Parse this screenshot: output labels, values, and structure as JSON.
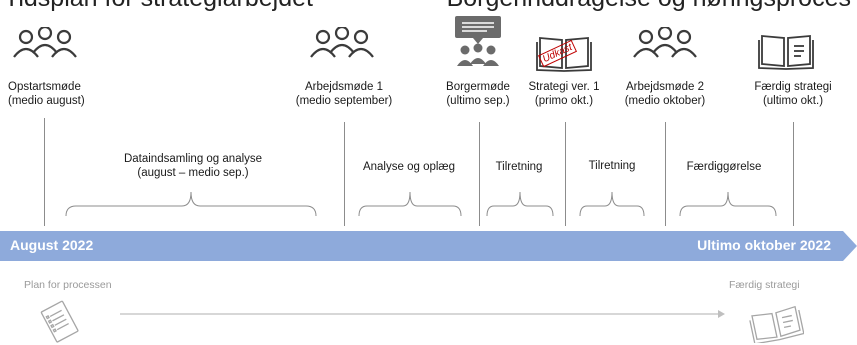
{
  "title": {
    "left": "Tidsplan for strategiarbejdet",
    "right": "Borgerinddragelse og høringsproces"
  },
  "milestones": [
    {
      "icon": "people-group-icon",
      "line1": "Opstartsmøde",
      "line2": "(medio august)"
    },
    {
      "icon": "people-group-icon",
      "line1": "Arbejdsmøde 1",
      "line2": "(medio september)"
    },
    {
      "icon": "citizen-meeting-icon",
      "line1": "Borgermøde",
      "line2": "(ultimo sep.)"
    },
    {
      "icon": "draft-book-icon",
      "line1": "Strategi ver. 1",
      "line2": "(primo okt.)",
      "stamp": "Udkast"
    },
    {
      "icon": "people-group-icon",
      "line1": "Arbejdsmøde 2",
      "line2": "(medio oktober)"
    },
    {
      "icon": "book-icon",
      "line1": "Færdig strategi",
      "line2": "(ultimo okt.)"
    }
  ],
  "phases": [
    {
      "line1": "Dataindsamling og analyse",
      "line2": "(august – medio sep.)"
    },
    {
      "line1": "Analyse og oplæg",
      "line2": ""
    },
    {
      "line1": "Tilretning",
      "line2": ""
    },
    {
      "line1": "Tilretning",
      "line2": ""
    },
    {
      "line1": "Færdiggørelse",
      "line2": ""
    }
  ],
  "timeline": {
    "start_label": "August 2022",
    "end_label": "Ultimo oktober 2022",
    "color": "#8eaadb"
  },
  "footer": {
    "left_label": "Plan for processen",
    "right_label": "Færdig strategi",
    "left_icon": "plan-document-icon",
    "right_icon": "book-icon"
  },
  "colors": {
    "icon_dark": "#3b3b3b",
    "stamp_red": "#c00000",
    "muted": "#9a9a9a"
  }
}
